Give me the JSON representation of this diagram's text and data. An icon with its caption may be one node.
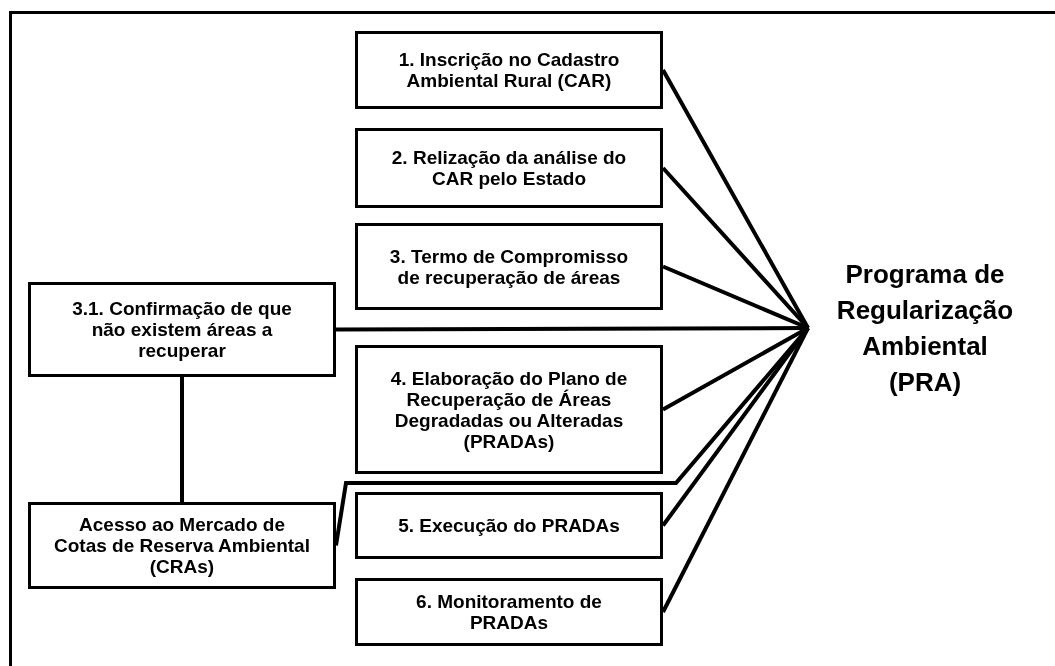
{
  "diagram": {
    "nodes": [
      {
        "text": [
          "1. Inscrição no Cadastro Ambiental Rural (CAR)"
        ]
      },
      {
        "text": [
          "2. Relização da análise do CAR pelo Estado"
        ]
      },
      {
        "text": [
          "3. Termo de Compromisso de recuperação de áreas"
        ]
      },
      {
        "text": [
          "3.1. Confirmação de que não existem áreas a recuperar"
        ]
      },
      {
        "text": [
          "4. Elaboração do Plano de Recuperação de Áreas Degradadas ou Alteradas (PRADAs)"
        ]
      },
      {
        "text": [
          "5. Execução do PRADAs"
        ]
      },
      {
        "text": [
          "Acesso ao Mercado de Cotas de Reserva Ambiental (CRAs)"
        ]
      },
      {
        "text": [
          "6. Monitoramento de PRADAs"
        ]
      },
      {
        "text": [
          "Programa de Regularização Ambiental (PRA)"
        ]
      }
    ],
    "edges": [
      {
        "from": 0,
        "to": 8,
        "arrow": "none"
      },
      {
        "from": 1,
        "to": 8,
        "arrow": "none"
      },
      {
        "from": 2,
        "to": 8,
        "arrow": "none"
      },
      {
        "from": 3,
        "to": 8,
        "arrow": "none"
      },
      {
        "from": 4,
        "to": 8,
        "arrow": "none"
      },
      {
        "from": 6,
        "to": 8,
        "arrow": "none"
      },
      {
        "from": 5,
        "to": 8,
        "arrow": "none"
      },
      {
        "from": 7,
        "to": 8,
        "arrow": "none"
      },
      {
        "from": 3,
        "to": 6,
        "arrow": "none"
      }
    ]
  }
}
